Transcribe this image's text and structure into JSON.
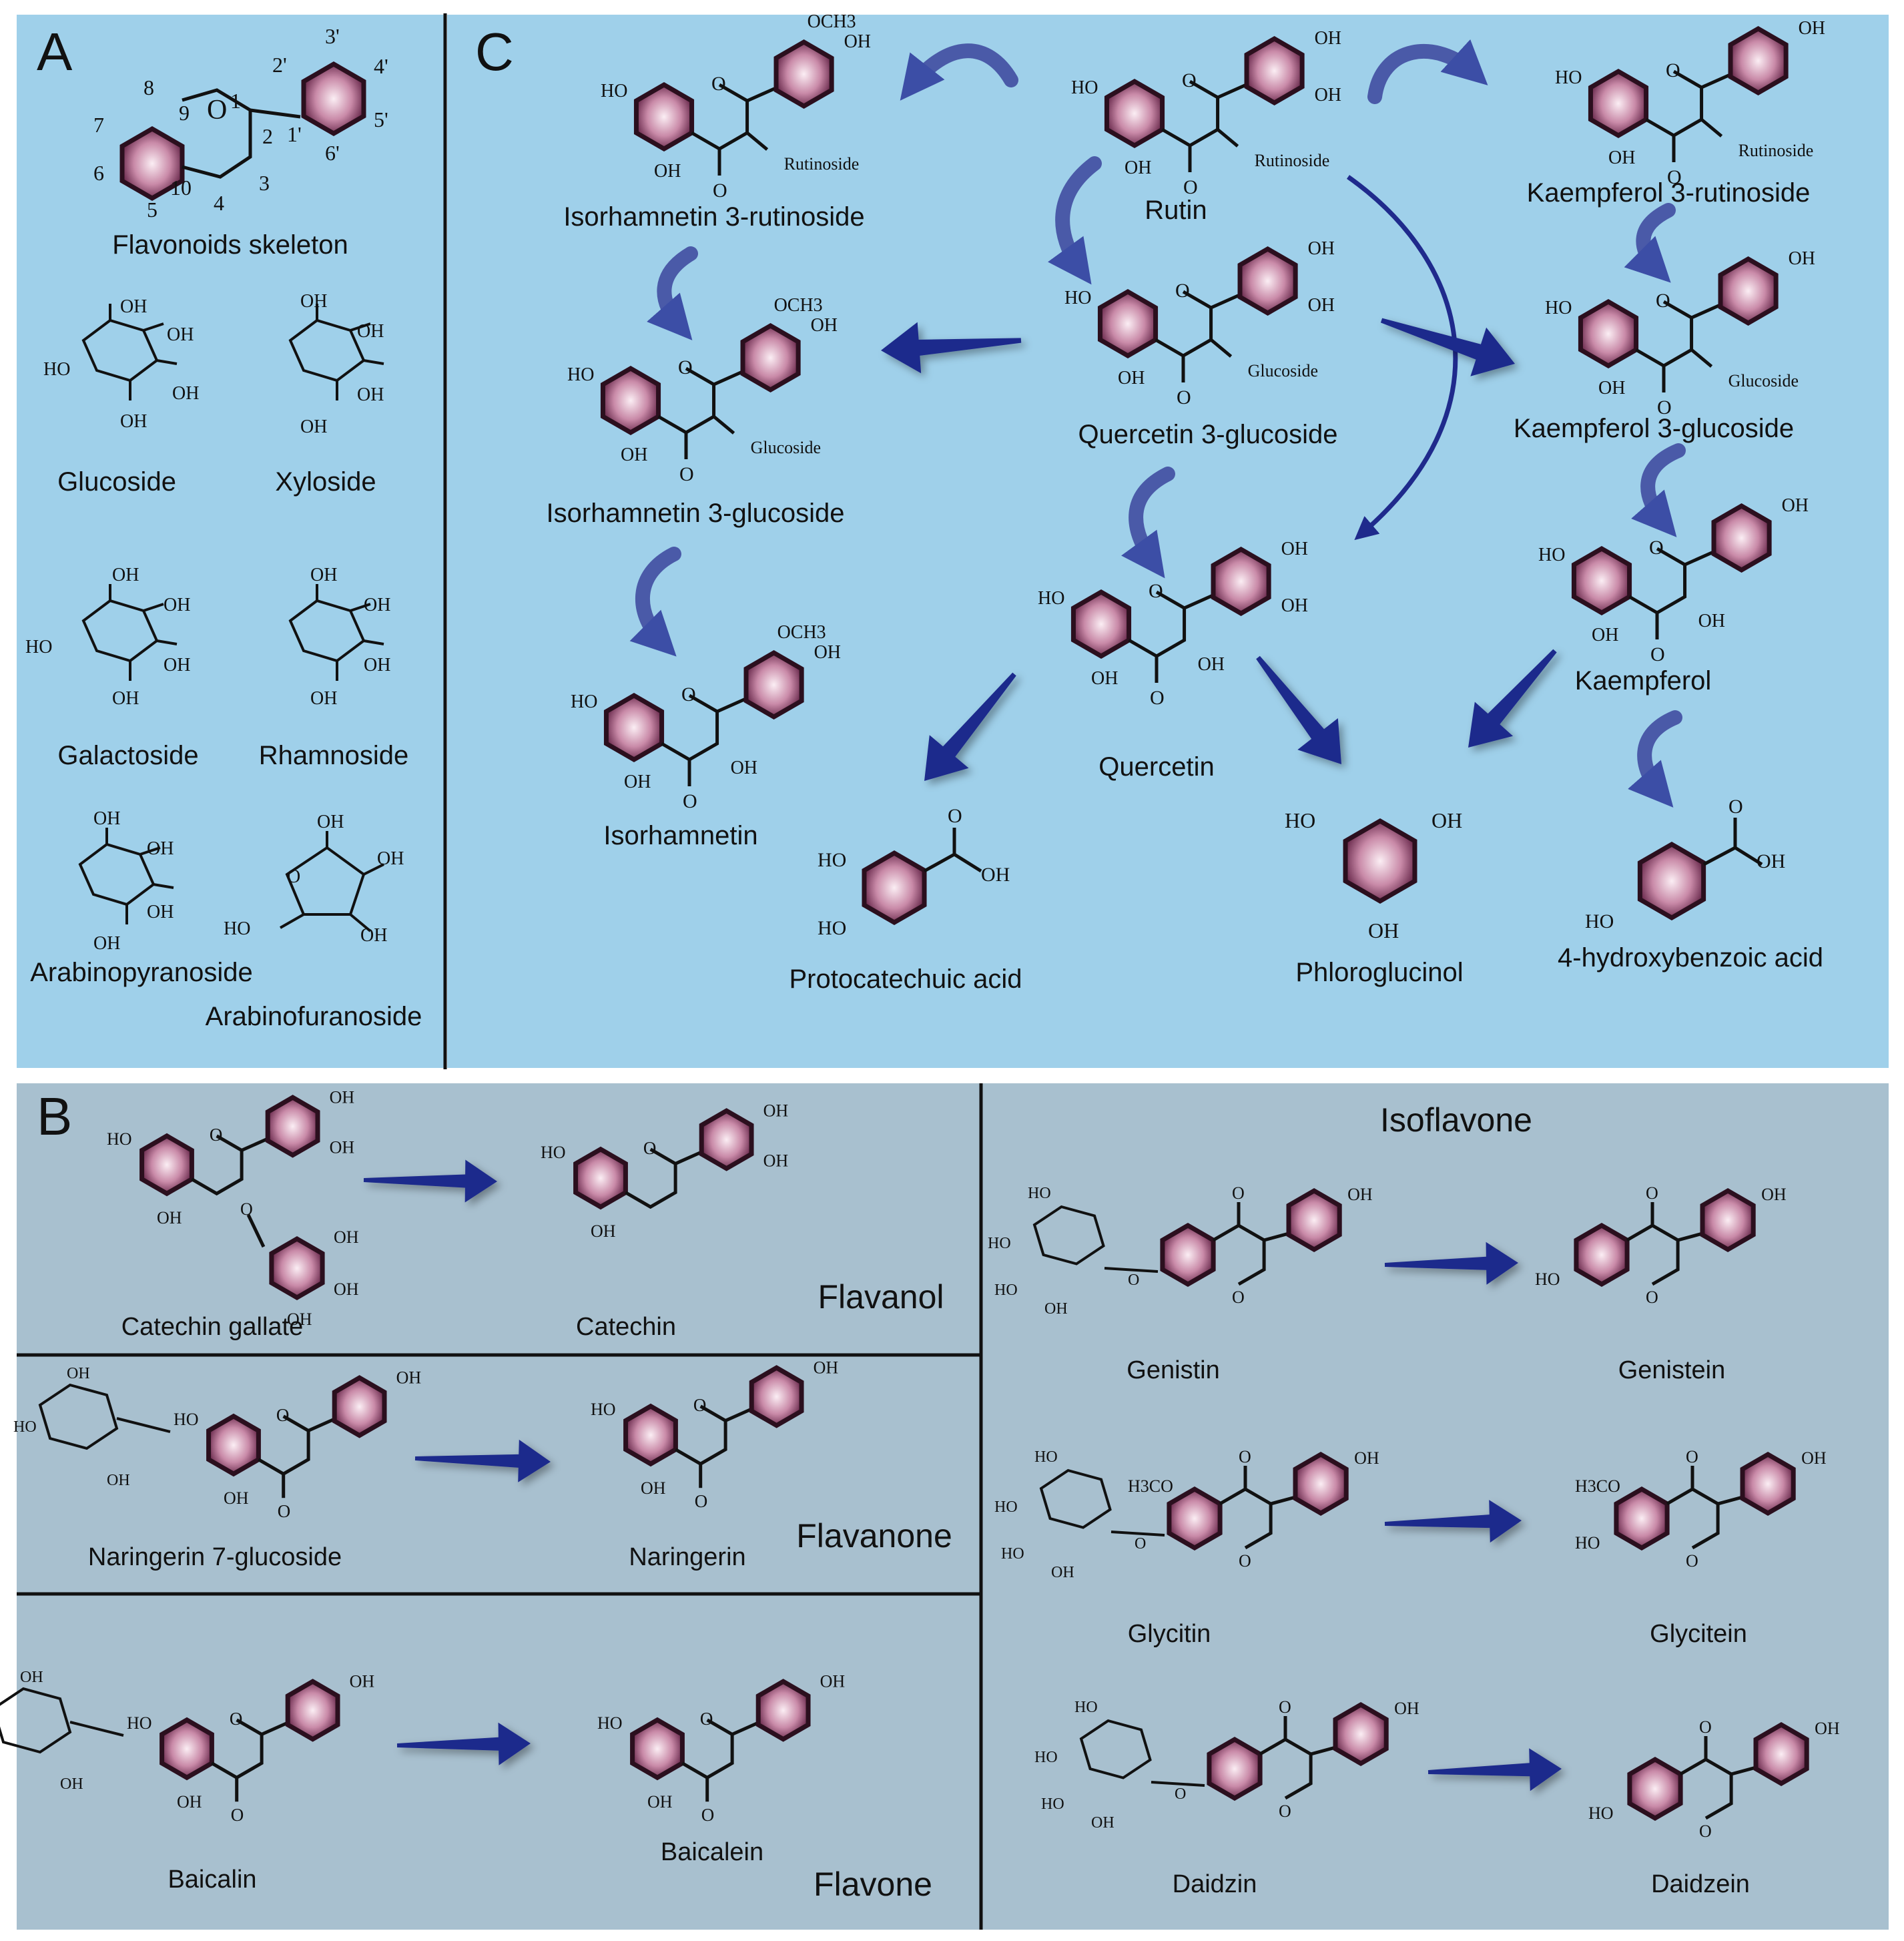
{
  "panels": {
    "A": {
      "letter": "A",
      "skeleton_label": "Flavonoids skeleton",
      "skeleton_numbers": [
        "1",
        "2",
        "3",
        "4",
        "5",
        "6",
        "7",
        "8",
        "9",
        "10",
        "1'",
        "2'",
        "3'",
        "4'",
        "5'",
        "6'"
      ],
      "sugars": [
        "Glucoside",
        "Xyloside",
        "Galactoside",
        "Rhamnoside",
        "Arabinopyranoside",
        "Arabinofuranoside"
      ]
    },
    "C": {
      "letter": "C",
      "compounds": {
        "isorhamnetin_rut": "Isorhamnetin 3-rutinoside",
        "rutin": "Rutin",
        "kaempferol_rut": "Kaempferol 3-rutinoside",
        "isorhamnetin_glc": "Isorhamnetin 3-glucoside",
        "quercetin_glc": "Quercetin 3-glucoside",
        "kaempferol_glc": "Kaempferol 3-glucoside",
        "isorhamnetin": "Isorhamnetin",
        "quercetin": "Quercetin",
        "kaempferol": "Kaempferol",
        "protocatechuic": "Protocatechuic acid",
        "phloroglucinol": "Phloroglucinol",
        "hydroxybenzoic": "4-hydroxybenzoic acid"
      },
      "substituents": {
        "rutinoside": "Rutinoside",
        "glucoside": "Glucoside"
      }
    },
    "B": {
      "letter": "B",
      "rows": [
        {
          "class": "Flavanol",
          "from": "Catechin gallate",
          "to": "Catechin"
        },
        {
          "class": "Flavanone",
          "from": "Naringerin 7-glucoside",
          "to": "Naringerin"
        },
        {
          "class": "Flavone",
          "from": "Baicalin",
          "to": "Baicalein"
        }
      ],
      "isoflavone": {
        "title": "Isoflavone",
        "rows": [
          {
            "from": "Genistin",
            "to": "Genistein"
          },
          {
            "from": "Glycitin",
            "to": "Glycitein"
          },
          {
            "from": "Daidzin",
            "to": "Daidzein"
          }
        ]
      }
    }
  },
  "atoms": {
    "oh": "OH",
    "ho": "HO",
    "o": "O",
    "och3": "OCH3",
    "h3co": "H3CO"
  },
  "colors": {
    "panel_ac_bg": "#9fd0ea",
    "panel_b_bg": "#a8c0cf",
    "ring_fill": "#b06a8c",
    "ring_stroke": "#3a1a2a",
    "arrow": "#2a2a9a",
    "curved_arrow": "#4a5aa8"
  }
}
